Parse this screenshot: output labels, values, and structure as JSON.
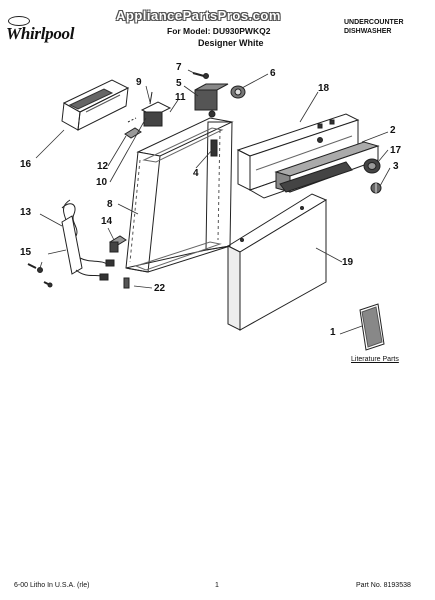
{
  "header": {
    "brand": "Whirlpool",
    "watermark": "AppliancePartsPros.com",
    "model_line": "For Model: DU930PWKQ2",
    "subtitle": "Designer White",
    "product_type_line1": "UNDERCOUNTER",
    "product_type_line2": "DISHWASHER"
  },
  "callouts": {
    "c1": "1",
    "c2": "2",
    "c3": "3",
    "c4": "4",
    "c5": "5",
    "c6": "6",
    "c7": "7",
    "c8": "8",
    "c9": "9",
    "c10": "10",
    "c11": "11",
    "c12": "12",
    "c13": "13",
    "c14": "14",
    "c15": "15",
    "c16": "16",
    "c17": "17",
    "c18": "18",
    "c19": "19",
    "c22": "22"
  },
  "literature_label": "Literature Parts",
  "footer": {
    "left": "6-00 Litho In U.S.A. (rle)",
    "center": "1",
    "right": "Part No. 8193538"
  }
}
